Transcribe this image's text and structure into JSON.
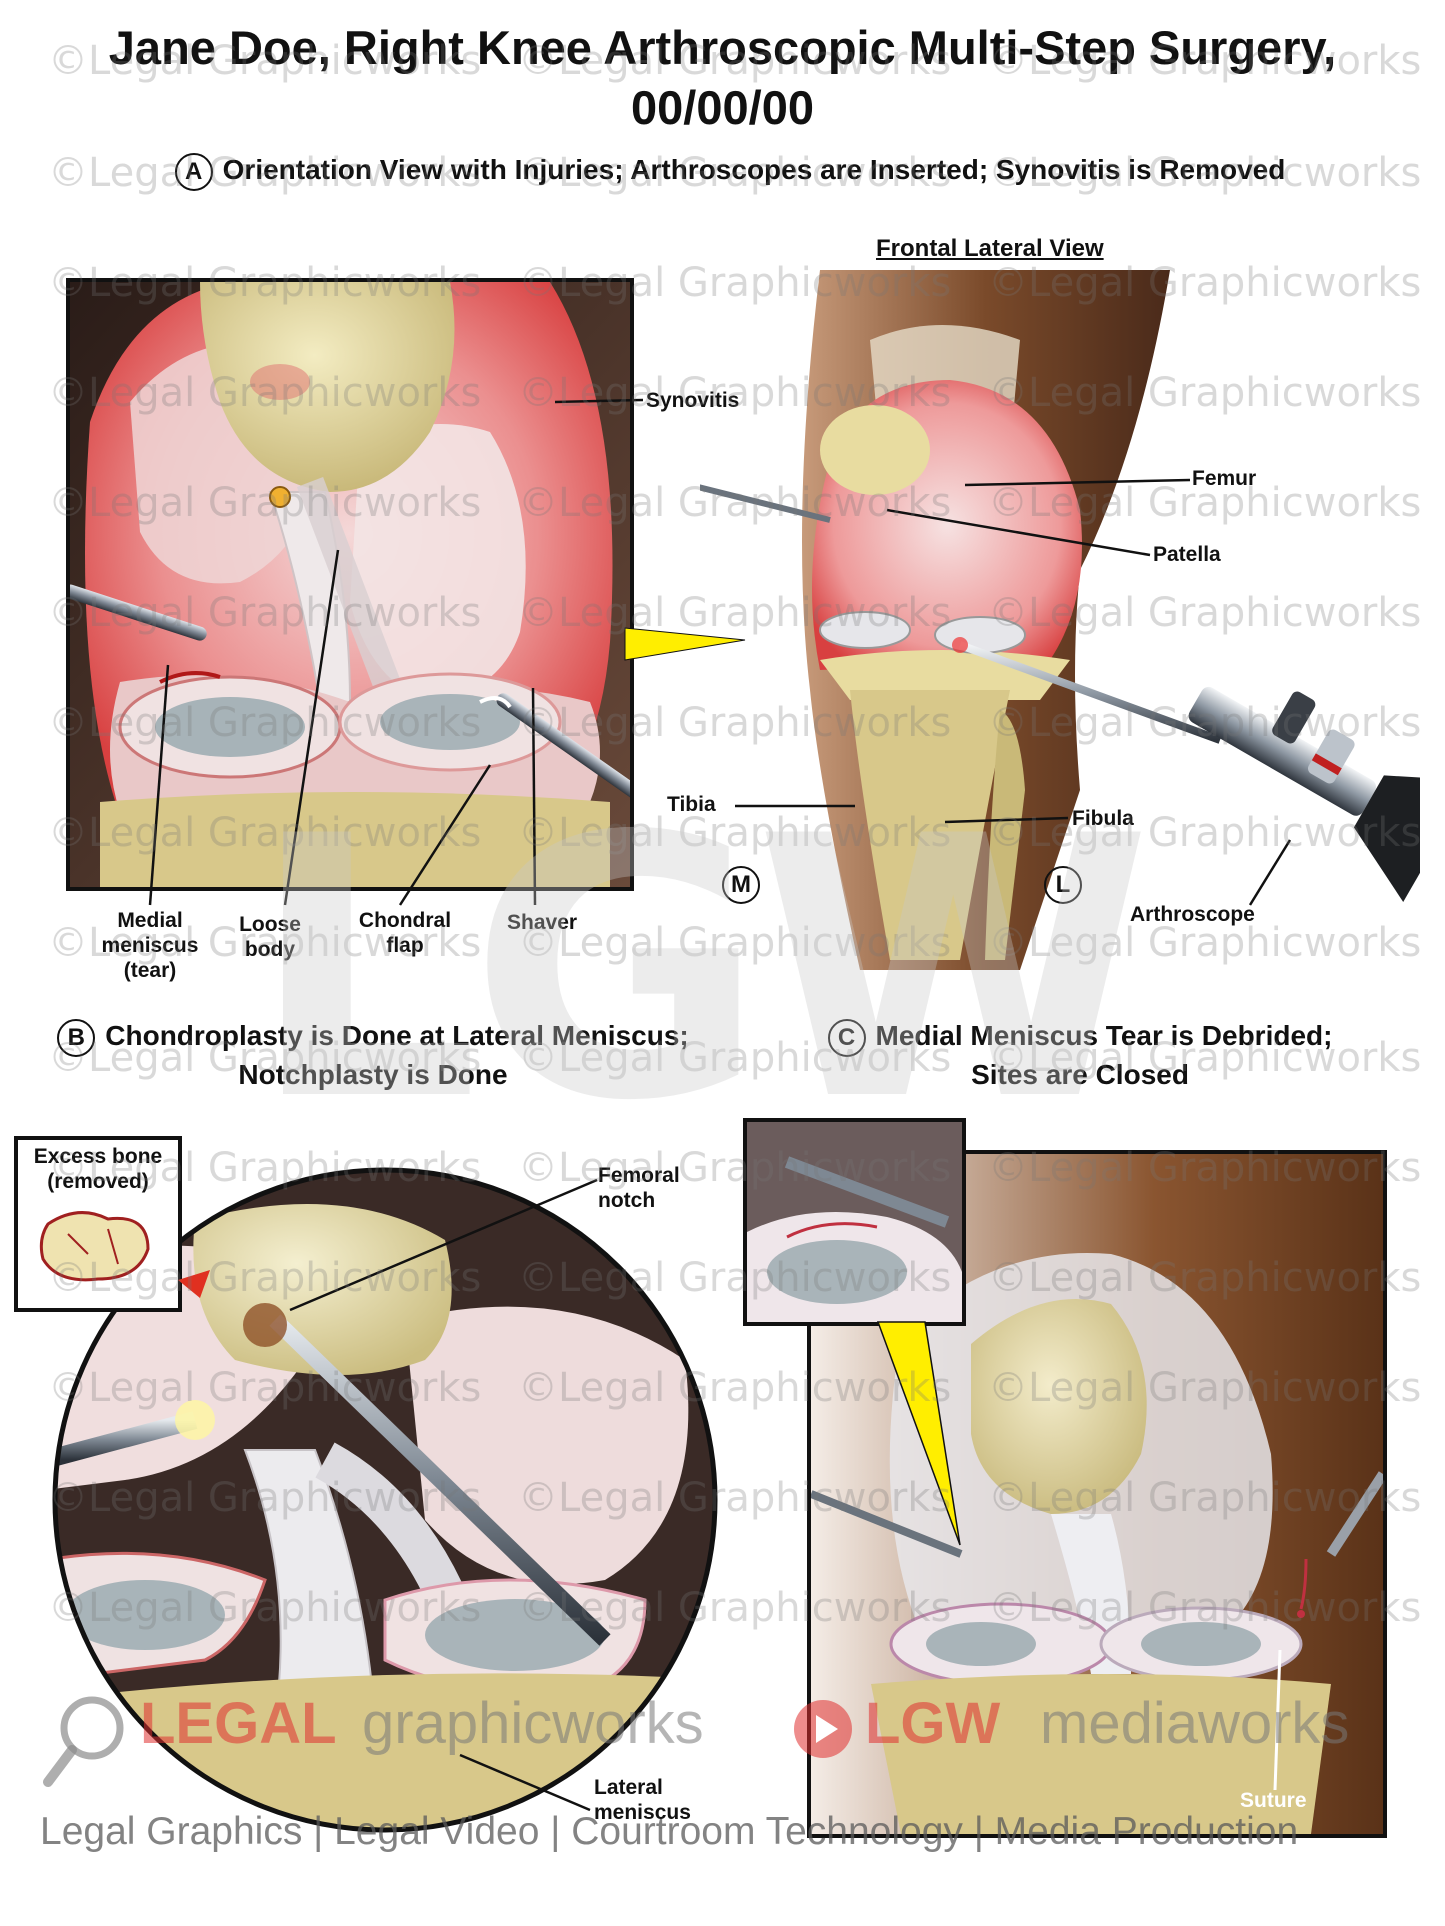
{
  "title": "Jane Doe, Right Knee Arthroscopic Multi-Step Surgery, 00/00/00",
  "sections": {
    "a": {
      "letter": "A",
      "text": "Orientation View with Injuries; Arthroscopes are Inserted; Synovitis is Removed"
    },
    "b": {
      "letter": "B",
      "text": "Chondroplasty is Done at Lateral Meniscus; Notchplasty is Done"
    },
    "c": {
      "letter": "C",
      "text": "Medial Meniscus Tear is Debrided; Sites are Closed"
    }
  },
  "frontal_view_title": "Frontal Lateral View",
  "labels_a": {
    "synovitis": "Synovitis",
    "medial_meniscus": "Medial meniscus (tear)",
    "loose_body": "Loose body",
    "chondral_flap": "Chondral flap",
    "shaver": "Shaver",
    "femur": "Femur",
    "patella": "Patella",
    "tibia": "Tibia",
    "fibula": "Fibula",
    "arthroscope": "Arthroscope",
    "medial_marker": "M",
    "lateral_marker": "L"
  },
  "labels_b": {
    "excess_bone": "Excess bone (removed)",
    "femoral_notch": "Femoral notch",
    "lateral_meniscus": "Lateral meniscus"
  },
  "labels_c": {
    "suture": "Suture"
  },
  "watermark": "©Legal Graphicworks",
  "brand": {
    "legal": "LEGAL",
    "graphicworks": "graphicworks",
    "lgw": "LGW",
    "mediaworks": "mediaworks",
    "big_logo": "LGW",
    "tagline": "Legal Graphics | Legal Video | Courtroom Technology | Media Production"
  },
  "colors": {
    "inflamed_red": "#e85050",
    "bone_yellow": "#e8dca0",
    "skin_brown": "#7a4a2a",
    "pointer_yellow": "#ffee00",
    "brand_red": "#e03030"
  }
}
